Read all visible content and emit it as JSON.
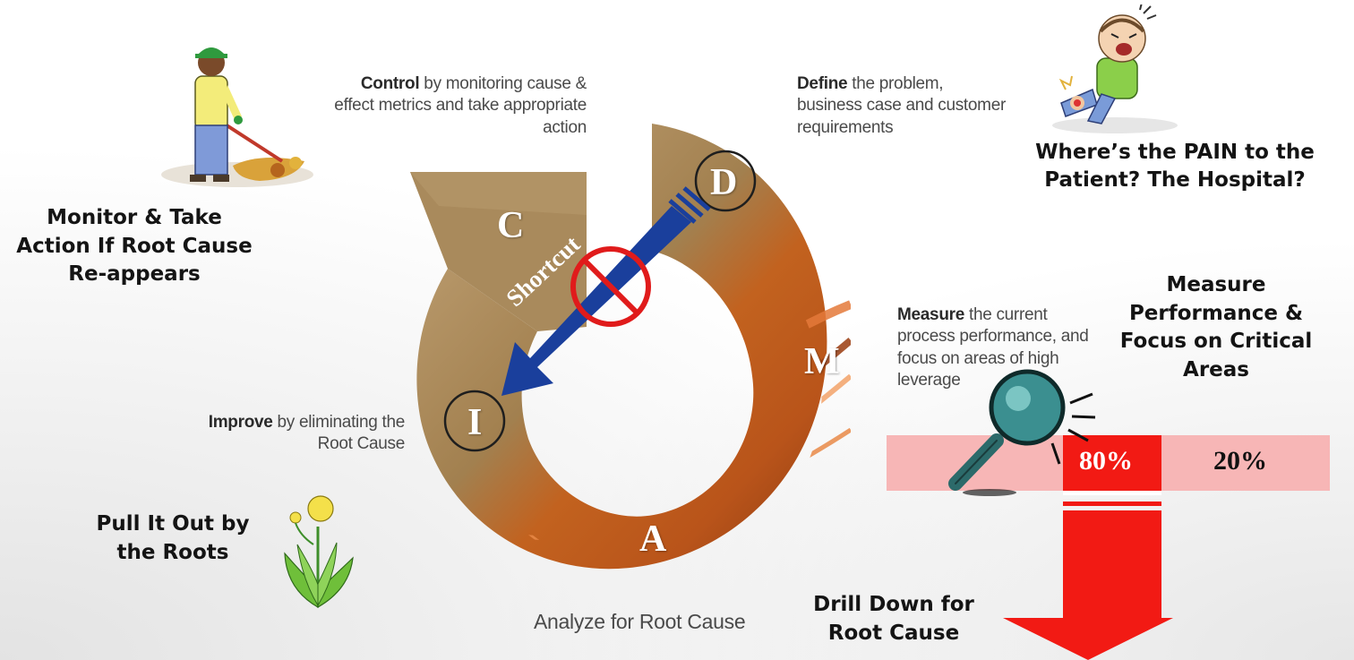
{
  "cycle": {
    "letters": {
      "define": "D",
      "measure": "M",
      "analyze": "A",
      "improve": "I",
      "control": "C"
    },
    "shortcut_label": "Shortcut"
  },
  "descriptions": {
    "control": {
      "bold": "Control",
      "rest": " by monitoring cause & effect metrics and take appropriate action"
    },
    "define": {
      "bold": "Define",
      "rest": " the problem, business case and customer requirements"
    },
    "measure": {
      "bold": "Measure",
      "rest": " the current process performance, and focus on areas of high leverage"
    },
    "improve": {
      "bold": "Improve",
      "rest": " by eliminating the Root Cause"
    },
    "analyze": "Analyze for Root Cause"
  },
  "callouts": {
    "monitor": "Monitor & Take Action If Root Cause Re-appears",
    "pain": "Where’s the PAIN to the Patient? The Hospital?",
    "measure_perf": "Measure Performance & Focus on Critical Areas",
    "pull_out": "Pull It Out by the Roots",
    "drill_down": "Drill Down for Root Cause"
  },
  "pareto": {
    "left_label": "80%",
    "right_label": "20%",
    "left_share": 0.8
  },
  "colors": {
    "ring_tan": "#a98a5c",
    "ring_orange": "#c95a1a",
    "arrow_blue": "#1a3f9c",
    "no_red": "#e01b1b",
    "pareto_pink": "#f7b6b6",
    "pareto_red": "#f21a14"
  }
}
